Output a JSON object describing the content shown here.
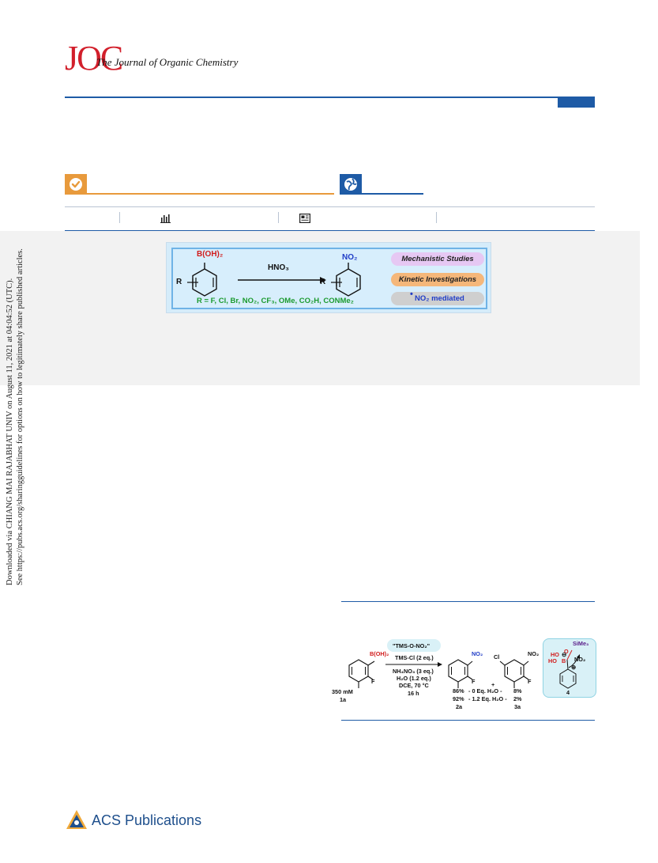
{
  "header": {
    "logo_text": "JOC",
    "journal_name": "The Journal of Organic Chemistry",
    "brand_color": "#d21f2b",
    "accent_color": "#1e5ba6"
  },
  "badges": {
    "open_access_icon": "check-circle-icon",
    "open_access_color": "#e89a3c",
    "global_icon": "globe-icon",
    "global_color": "#1e5ba6"
  },
  "metrics_bar": {
    "icons": [
      "bar-chart-icon",
      "article-recommendations-icon"
    ]
  },
  "toc_graphic": {
    "reactant_group": "B(OH)₂",
    "reagent": "HNO₃",
    "product_group": "NO₂",
    "substituent_label": "R",
    "scope": "R = F, Cl, Br, NO₂, CF₃, OMe, CO₂H, CONMe₂",
    "pills": [
      {
        "label": "Mechanistic Studies",
        "color": "#e6c8f3"
      },
      {
        "label": "Kinetic Investigations",
        "color": "#f5b77a"
      },
      {
        "label": "NO₂ mediated",
        "dot": "•",
        "color": "#cfcfcf"
      }
    ]
  },
  "side_notice": {
    "line1": "Downloaded via CHIANG MAI RAJABHAT UNIV on August 11, 2021 at 04:04:52 (UTC).",
    "line2": "See https://pubs.acs.org/sharingguidelines for options on how to legitimately share published articles."
  },
  "scheme": {
    "reactant_group": "B(OH)₂",
    "reactant_sub": "F",
    "reactant_conc": "350 mM",
    "reactant_id": "1a",
    "reagent_box": "\"TMS-O-NO₂\"",
    "conditions": [
      "TMS-Cl (2 eq.)",
      "NH₄NO₃ (3 eq.)",
      "H₂O (1.2 eq.)",
      "DCE, 70 °C",
      "16 h"
    ],
    "product1_group": "NO₂",
    "product1_sub": "F",
    "product1_id": "2a",
    "plus": "+",
    "product2_cl": "Cl",
    "product2_group": "NO₂",
    "product2_sub": "F",
    "product2_id": "3a",
    "yields": [
      {
        "p1": "86%",
        "condition": "- 0 Eq. H₂O -",
        "p2": "8%"
      },
      {
        "p1": "92%",
        "condition": "- 1.2 Eq. H₂O -",
        "p2": "2%"
      }
    ],
    "intermediate": {
      "simes": "SiMe₃",
      "o_label": "O",
      "ho1": "HO",
      "ho2": "HO",
      "b_label": "B",
      "minus": "⊖",
      "plus": "⊕",
      "no2": "NO₂",
      "id": "4"
    }
  },
  "footer": {
    "publisher": "ACS Publications",
    "logo_icon": "acs-triangle-logo-icon",
    "logo_color": "#1e4f8c"
  }
}
